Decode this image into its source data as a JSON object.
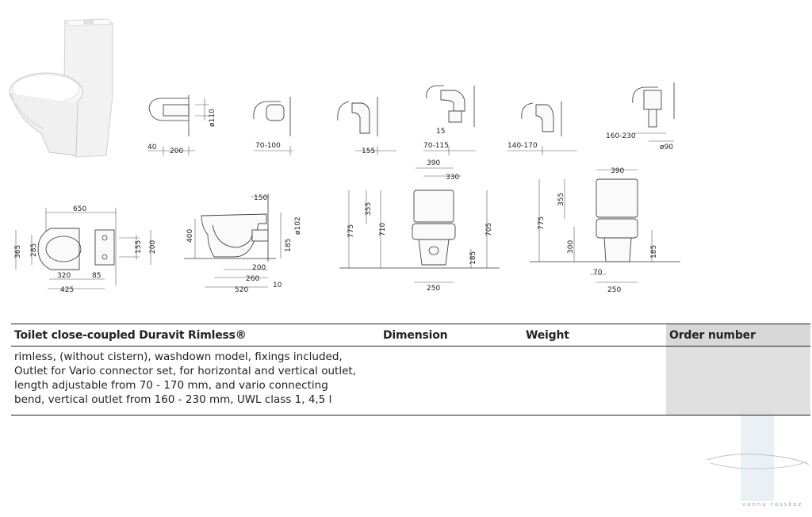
{
  "product_image": {
    "icon": "toilet-photo"
  },
  "outlet_variants": [
    {
      "labels": [
        "40",
        "200",
        "ø110"
      ]
    },
    {
      "labels": [
        "70-100"
      ]
    },
    {
      "labels": [
        "155"
      ]
    },
    {
      "labels": [
        "15",
        "70-115"
      ]
    },
    {
      "labels": [
        "140-170"
      ]
    },
    {
      "labels": [
        "160-230",
        "ø90"
      ]
    }
  ],
  "plan_view": {
    "labels": [
      "650",
      "365",
      "285",
      "155",
      "200",
      "320",
      "85",
      "425"
    ]
  },
  "section_view": {
    "labels": [
      "150",
      "400",
      "ø102",
      "185",
      "200",
      "260",
      "520",
      "10"
    ]
  },
  "front_view": {
    "labels": [
      "390",
      "330",
      "775",
      "355",
      "710",
      "705",
      "185",
      "250"
    ]
  },
  "side_view": {
    "labels": [
      "390",
      "775",
      "355",
      "300",
      "185",
      "70",
      "250"
    ]
  },
  "table": {
    "headers": {
      "title": "Toilet close-coupled Duravit Rimless®",
      "dimension": "Dimension",
      "weight": "Weight",
      "order": "Order number"
    },
    "description_lines": [
      "rimless, (without cistern), washdown model, fixings included,",
      "Outlet for Vario connector set, for horizontal and vertical outlet,",
      "length adjustable from 70 - 170 mm, and vario connecting",
      "bend, vertical outlet from 160 - 230 mm, UWL class 1, 4,5 l"
    ]
  },
  "watermark": {
    "text": "vannu rasskaz",
    "color": "#9aa6b2"
  }
}
